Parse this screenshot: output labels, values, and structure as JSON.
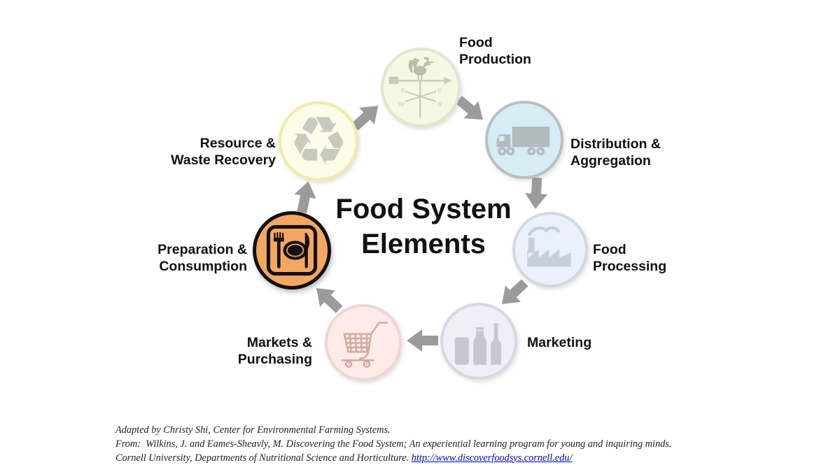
{
  "title": {
    "line1": "Food System",
    "line2": "Elements"
  },
  "nodes": {
    "production": {
      "line1": "Food",
      "line2": "Production"
    },
    "distribution": {
      "line1": "Distribution &",
      "line2": "Aggregation"
    },
    "processing": {
      "line1": "Food",
      "line2": "Processing"
    },
    "marketing": {
      "line1": "Marketing",
      "line2": ""
    },
    "markets": {
      "line1": "Markets &",
      "line2": "Purchasing"
    },
    "preparation": {
      "line1": "Preparation &",
      "line2": "Consumption"
    },
    "resource": {
      "line1": "Resource &",
      "line2": "Waste Recovery"
    }
  },
  "icons": {
    "production": "weathervane-rooster-icon",
    "distribution": "truck-icon",
    "processing": "factory-icon",
    "marketing": "bottles-icon",
    "markets": "shopping-cart-icon",
    "preparation": "place-setting-icon",
    "resource": "recycle-icon",
    "recycle_glyph": "♻"
  },
  "colors": {
    "background": "#ffffff",
    "arrow": "#9b9b9b",
    "text": "#111111",
    "link": "#0000cc",
    "production_fill": "#f5f8e2",
    "production_border": "#e3e6cf",
    "distribution_fill": "#d6edf6",
    "distribution_border": "#b9bfc1",
    "processing_fill": "#eaf1fb",
    "processing_border": "#d3d9e2",
    "marketing_fill": "#f0eef7",
    "marketing_border": "#d9d7e2",
    "markets_fill": "#fcebe9",
    "markets_border": "#eed6d2",
    "preparation_fill": "#f4a763",
    "preparation_border": "#111111",
    "resource_fill": "#fdfce9",
    "resource_border": "#f2eaaa"
  },
  "footer": {
    "line1": "Adapted by Christy Shi, Center for Environmental Farming Systems.",
    "line2": "From:  Wilkins, J. and Eames-Sheavly, M. Discovering the Food System; An experiential learning program for young and inquiring minds.",
    "line3_text": "Cornell University, Departments of Nutritional Science and Horticulture. ",
    "line3_link": "http://www.discoverfoodsys.cornell.edu/"
  }
}
